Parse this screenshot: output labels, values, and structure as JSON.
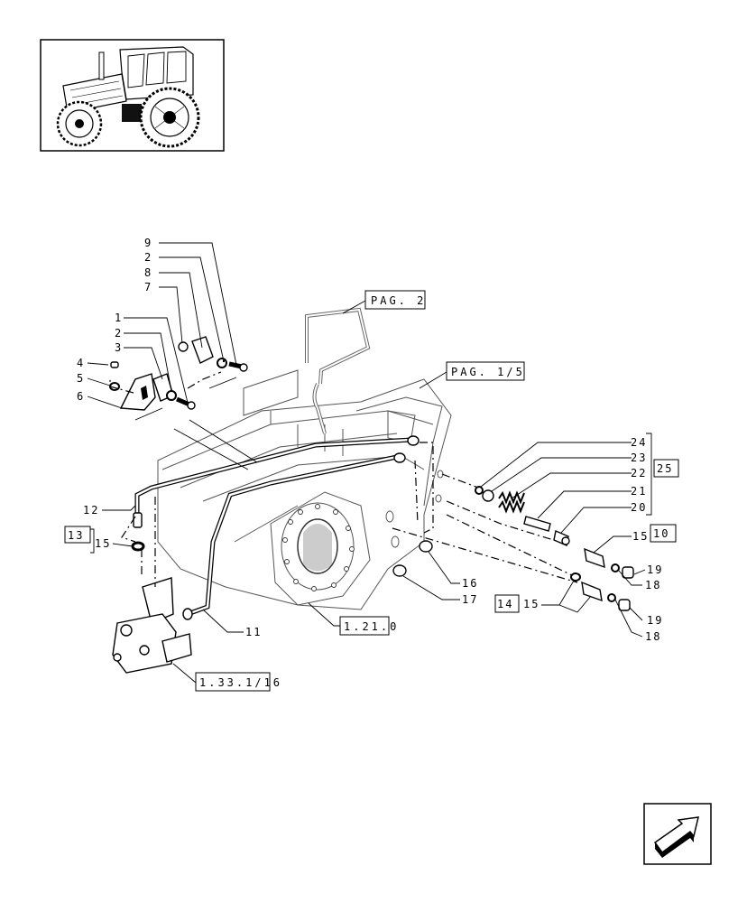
{
  "thumbnail": {
    "icon": "tractor-thumbnail-icon"
  },
  "callouts": {
    "c9": "9",
    "c2a": "2",
    "c8": "8",
    "c7": "7",
    "c1": "1",
    "c2b": "2",
    "c3": "3",
    "c4": "4",
    "c5": "5",
    "c6": "6",
    "c12": "12",
    "c13": "13",
    "c15a": "15",
    "c11": "11",
    "c16": "16",
    "c17": "17",
    "c24": "24",
    "c23": "23",
    "c22": "22",
    "c25": "25",
    "c21": "21",
    "c20": "20",
    "c15b": "15",
    "c10": "10",
    "c19a": "19",
    "c18a": "18",
    "c14": "14",
    "c15c": "15",
    "c19b": "19",
    "c18b": "18"
  },
  "references": {
    "pag2": "PAG. 2",
    "pag15": "PAG. 1/5",
    "r1210": "1.21.0",
    "r13316": "1.33.1/16"
  },
  "nav": {
    "icon": "next-page-arrow-icon"
  }
}
